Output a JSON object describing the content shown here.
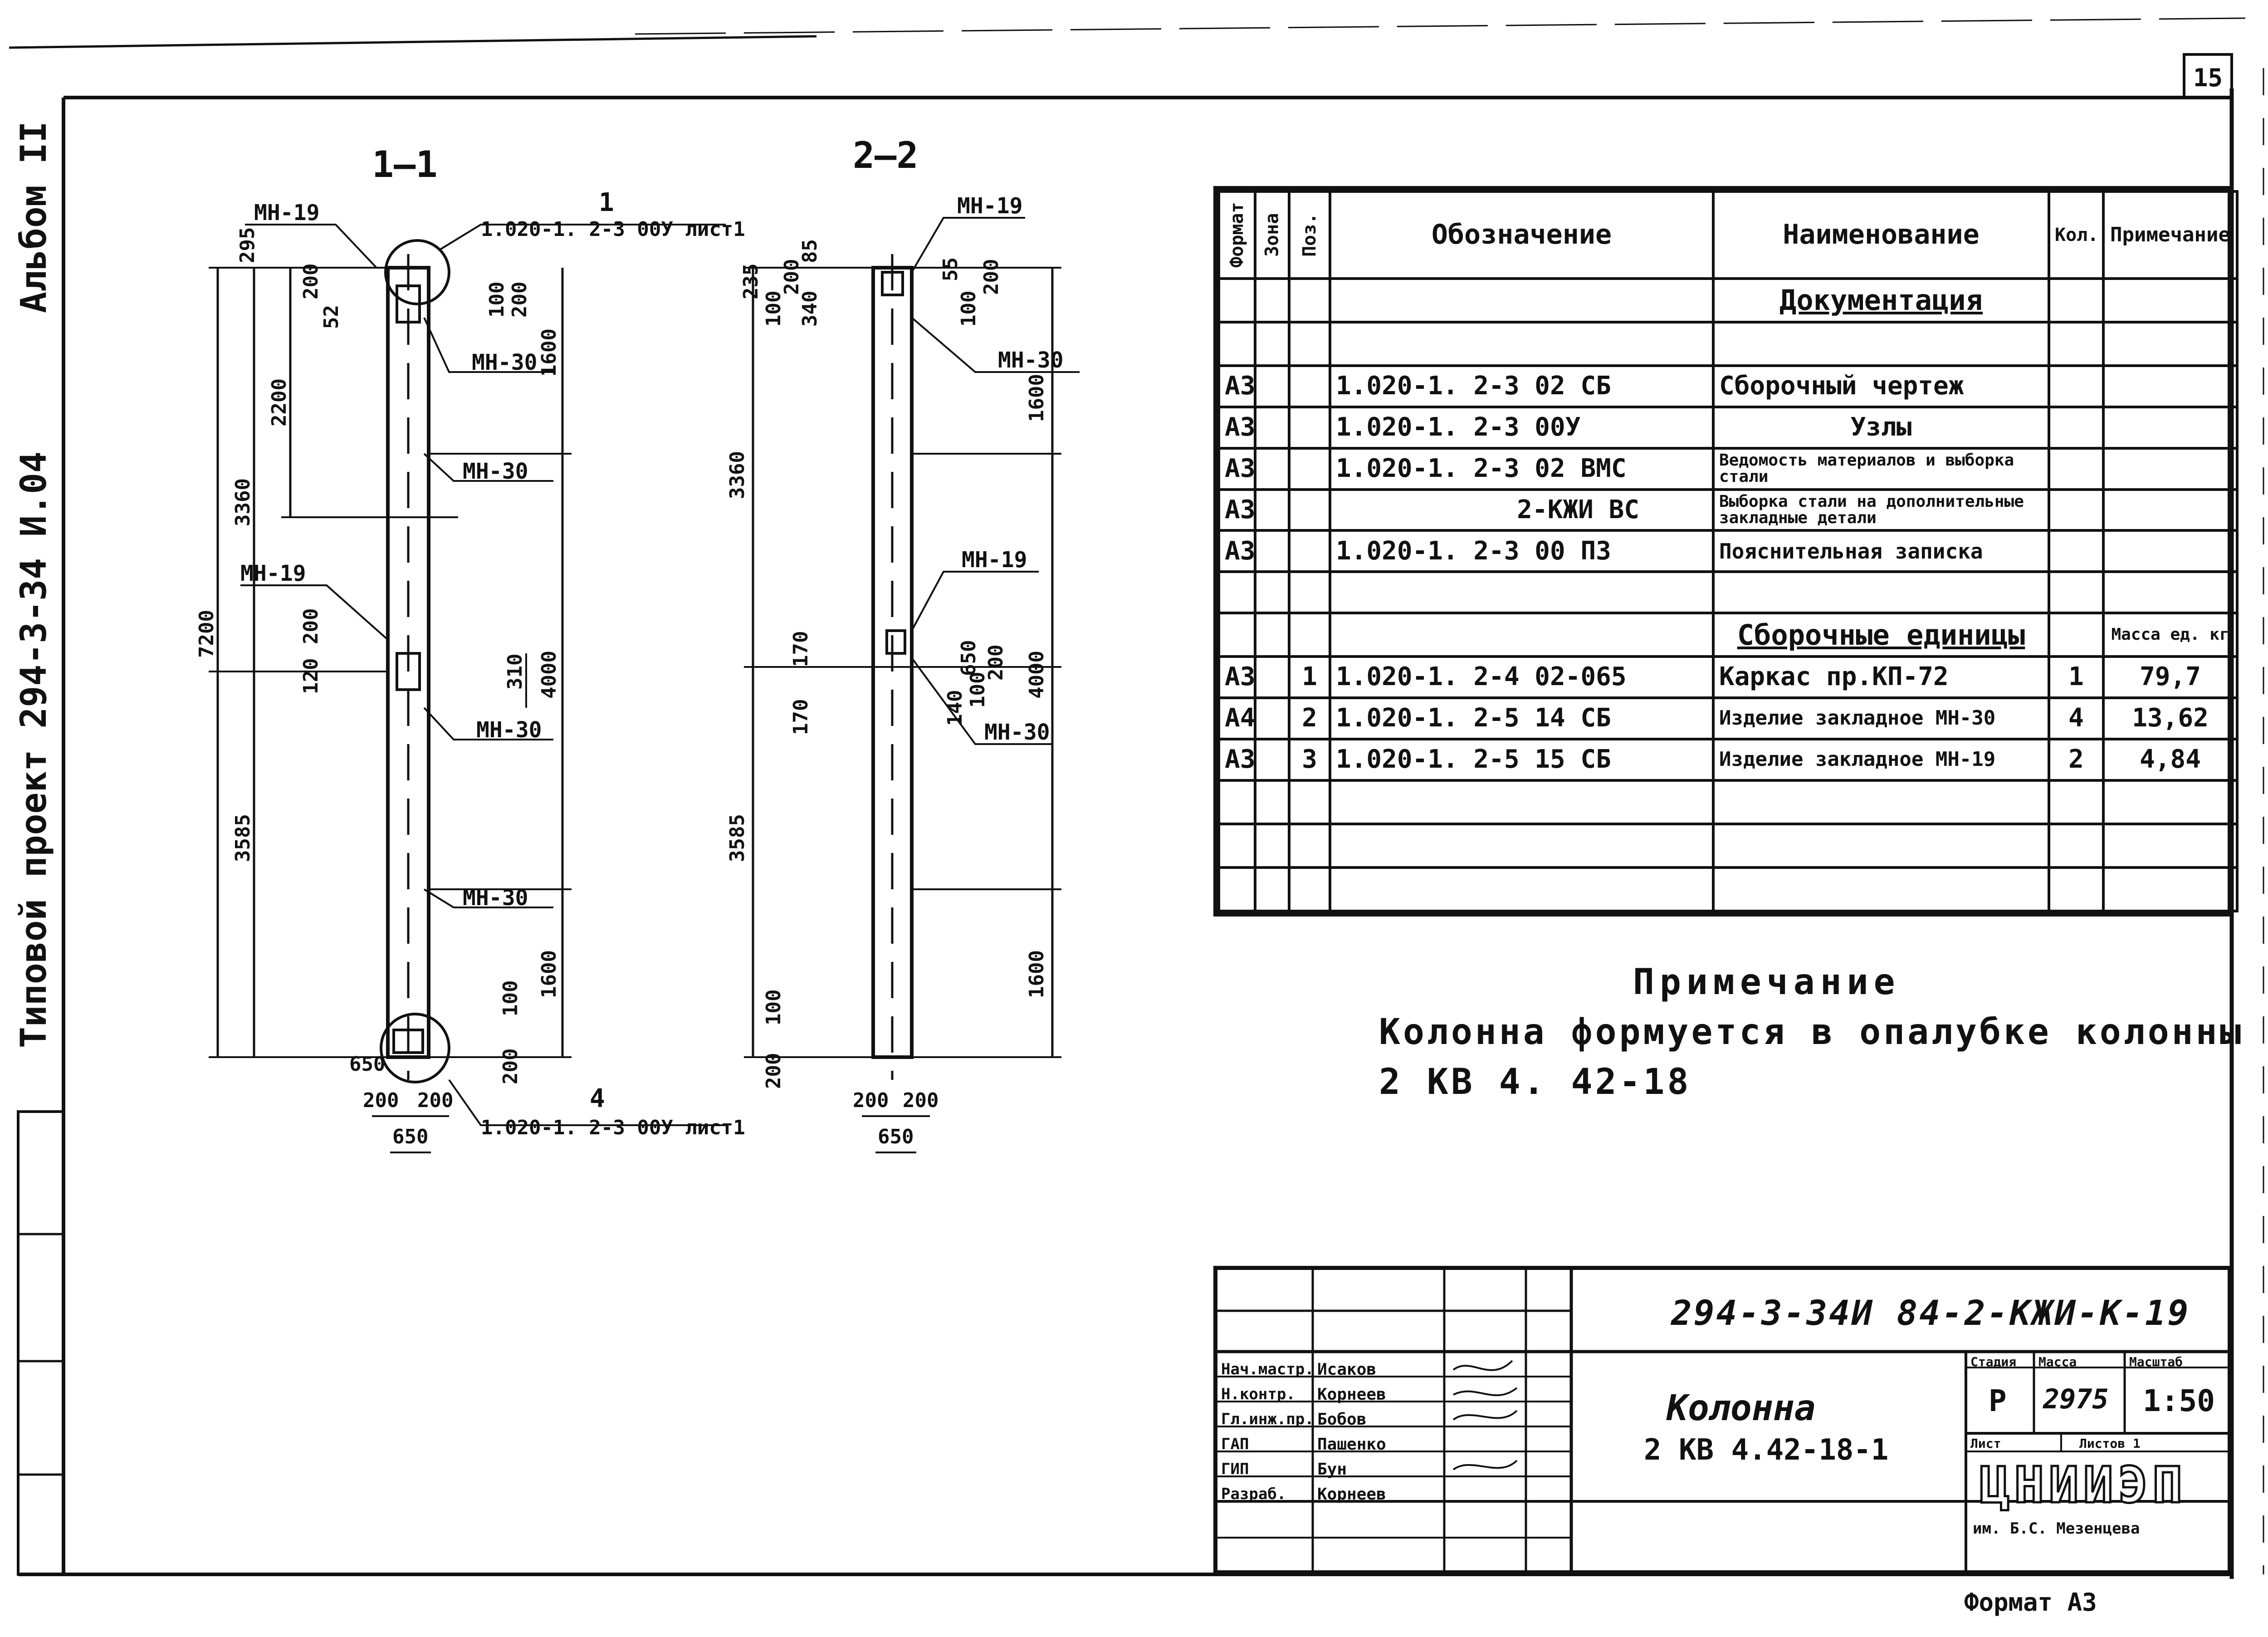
{
  "album_label": "Альбом II",
  "project_label": "Типовой проект 294-3-34 И.04",
  "corner_sheet": "15",
  "sections": {
    "s1": {
      "title": "1—1",
      "labels": [
        "МН-19",
        "1",
        "1.020-1. 2-3 00У лист1",
        "МН-30",
        "МН-30",
        "МН-19",
        "МН-30",
        "МН-30",
        "4",
        "1.020-1. 2-3 00У лист1"
      ],
      "dims": [
        "295",
        "52",
        "200",
        "2200",
        "3360",
        "7200",
        "100",
        "200",
        "1600",
        "120",
        "200",
        "310",
        "4000",
        "3585",
        "100",
        "1600",
        "200",
        "200",
        "200",
        "650",
        "650"
      ]
    },
    "s2": {
      "title": "2—2",
      "labels": [
        "МН-19",
        "МН-30",
        "МН-19",
        "МН-30"
      ],
      "dims": [
        "235",
        "100",
        "200",
        "85",
        "340",
        "55",
        "100",
        "200",
        "1600",
        "3360",
        "170",
        "170",
        "140",
        "650",
        "100",
        "200",
        "4000",
        "3585",
        "1600",
        "100",
        "200",
        "200",
        "200",
        "650"
      ]
    }
  },
  "spec": {
    "headers": {
      "format": "Формат",
      "zone": "Зона",
      "pos": "Поз.",
      "designation": "Обозначение",
      "name": "Наименование",
      "qty": "Кол.",
      "note": "Примечание"
    },
    "section_docs": "Документация",
    "section_units": "Сборочные единицы",
    "rows": [
      {
        "format": "А3",
        "zone": "",
        "pos": "",
        "designation": "1.020-1. 2-3 02 СБ",
        "name": "Сборочный чертеж",
        "qty": "",
        "note": ""
      },
      {
        "format": "А3",
        "zone": "",
        "pos": "",
        "designation": "1.020-1. 2-3 00У",
        "name": "Узлы",
        "qty": "",
        "note": ""
      },
      {
        "format": "А3",
        "zone": "",
        "pos": "",
        "designation": "1.020-1. 2-3 02 ВМС",
        "name": "Ведомость материалов и выборка стали",
        "qty": "",
        "note": ""
      },
      {
        "format": "А3",
        "zone": "",
        "pos": "",
        "designation": "2-КЖИ ВС",
        "name": "Выборка стали на дополнительные закладные детали",
        "qty": "",
        "note": ""
      },
      {
        "format": "А3",
        "zone": "",
        "pos": "",
        "designation": "1.020-1. 2-3 00 ПЗ",
        "name": "Пояснительная записка",
        "qty": "",
        "note": ""
      }
    ],
    "unit_note": "Масса ед. кг",
    "unit_rows": [
      {
        "format": "А3",
        "zone": "",
        "pos": "1",
        "designation": "1.020-1. 2-4 02-065",
        "name": "Каркас пр.КП-72",
        "qty": "1",
        "note": "79,7"
      },
      {
        "format": "А4",
        "zone": "",
        "pos": "2",
        "designation": "1.020-1. 2-5 14 СБ",
        "name": "Изделие закладное МН-30",
        "qty": "4",
        "note": "13,62"
      },
      {
        "format": "А3",
        "zone": "",
        "pos": "3",
        "designation": "1.020-1. 2-5 15 СБ",
        "name": "Изделие закладное МН-19",
        "qty": "2",
        "note": "4,84"
      }
    ]
  },
  "notes": {
    "title": "Примечание",
    "line1": "Колонна формуется в опалубке колонны",
    "line2": "2 КВ 4. 42-18"
  },
  "stamp": {
    "code": "294-3-34И 84-2-КЖИ-К-19",
    "roles": [
      "Нач.мастр.",
      "Н.контр.",
      "Гл.инж.пр.",
      "ГАП",
      "ГИП",
      "Разраб."
    ],
    "names": [
      "Исаков",
      "Корнеев",
      "Бобов",
      "Пашенко",
      "Бун",
      "Корнеев"
    ],
    "title1": "Колонна",
    "title2": "2 КВ 4.42-18-1",
    "stage_label": "Стадия",
    "mass_label": "Масса",
    "scale_label": "Масштаб",
    "stage": "Р",
    "mass": "2975",
    "scale": "1:50",
    "sheet_label": "Лист",
    "sheets_label": "Листов 1",
    "org": "ЦНИИЭП",
    "org_sub": "им. Б.С. Мезенцева"
  },
  "format_label": "Формат А3"
}
